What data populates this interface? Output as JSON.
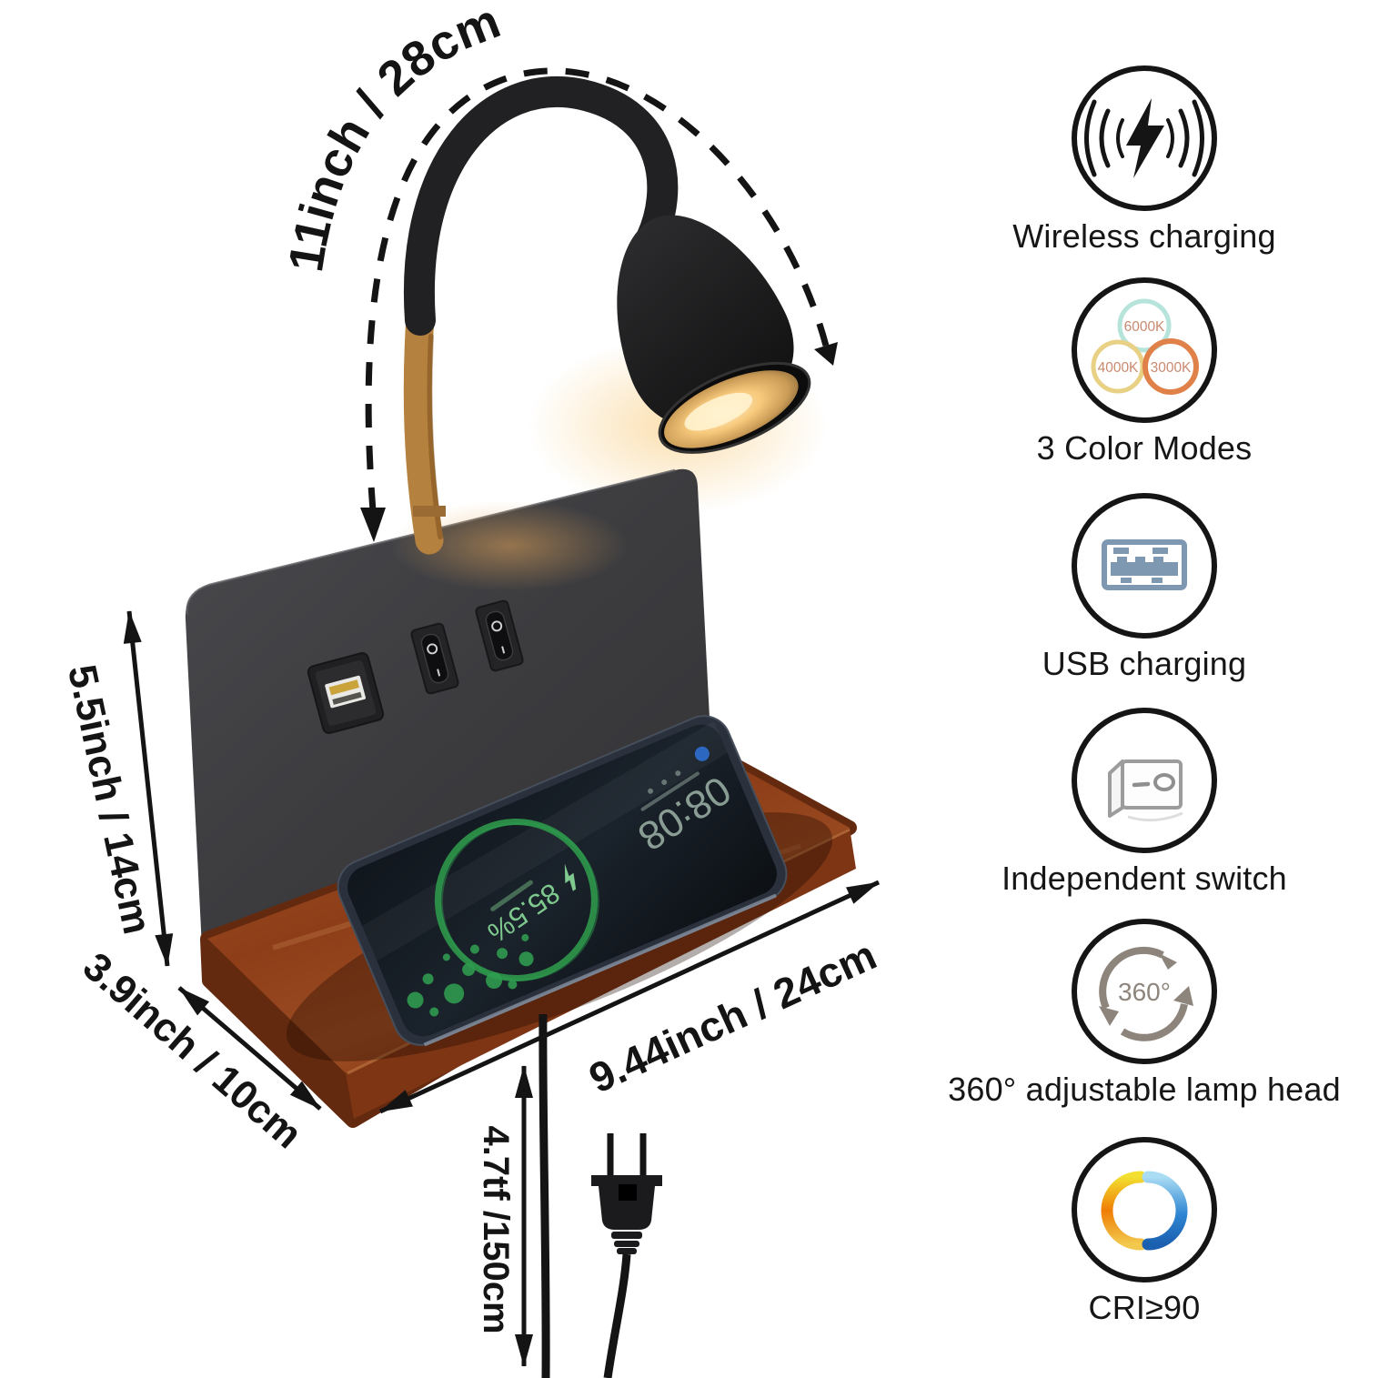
{
  "illustration": {
    "dimensions": {
      "gooseneck_length": "11inch / 28cm",
      "panel_height": "5.5inch / 14cm",
      "shelf_depth": "3.9inch / 10cm",
      "shelf_width": "9.44inch / 24cm",
      "cord_length": "4.7tf /150cm"
    },
    "phone": {
      "clock": "08:08",
      "battery": "85.5%"
    }
  },
  "features": [
    {
      "icon": "wireless-charging-icon",
      "label": "Wireless charging"
    },
    {
      "icon": "color-modes-icon",
      "label": "3 Color Modes",
      "modes": [
        {
          "label": "6000K",
          "ring_color": "#b7e4da"
        },
        {
          "label": "4000K",
          "ring_color": "#e8d084"
        },
        {
          "label": "3000K",
          "ring_color": "#df8148"
        }
      ]
    },
    {
      "icon": "usb-charging-icon",
      "label": "USB charging",
      "accent_color": "#7e98b2"
    },
    {
      "icon": "independent-switch-icon",
      "label": "Independent switch"
    },
    {
      "icon": "rotation-360-icon",
      "label": "360° adjustable lamp head",
      "badge": "360°"
    },
    {
      "icon": "cri-icon",
      "label": "CRI≥90",
      "warm_color": "#ef7d05",
      "cool_color": "#2f86d2"
    }
  ],
  "colors": {
    "annotation": "#141414",
    "panel": "#3a3a3d",
    "wood": "#9c4c22",
    "lamp_glow": "#f6c878",
    "charging_green": "#2f9e4f"
  }
}
